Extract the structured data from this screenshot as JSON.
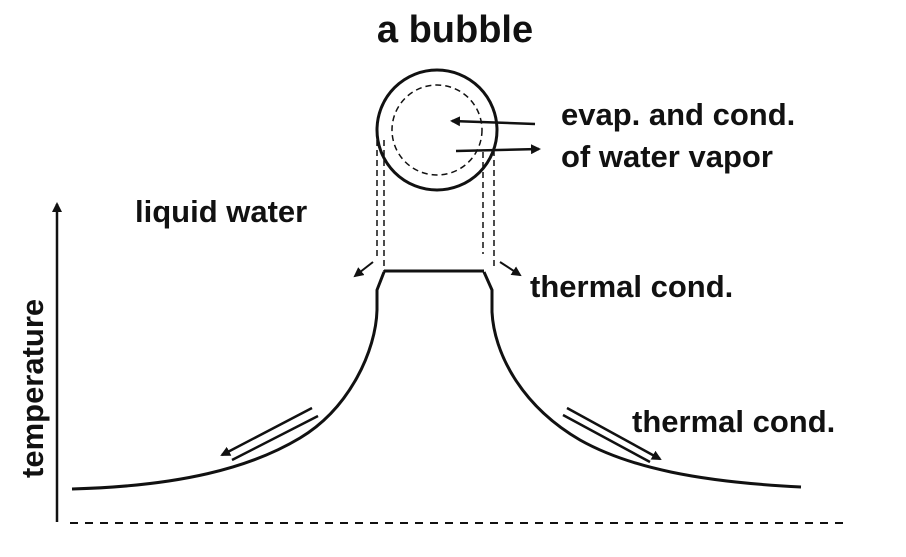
{
  "title": "a bubble",
  "labels": {
    "evap_line1": "evap. and  cond.",
    "evap_line2": "of  water vapor",
    "liquid_water": "liquid water",
    "thermal_cond_upper": "thermal cond.",
    "thermal_cond_lower": "thermal cond.",
    "y_axis": "temperature"
  },
  "colors": {
    "ink": "#111111",
    "background": "#ffffff"
  }
}
